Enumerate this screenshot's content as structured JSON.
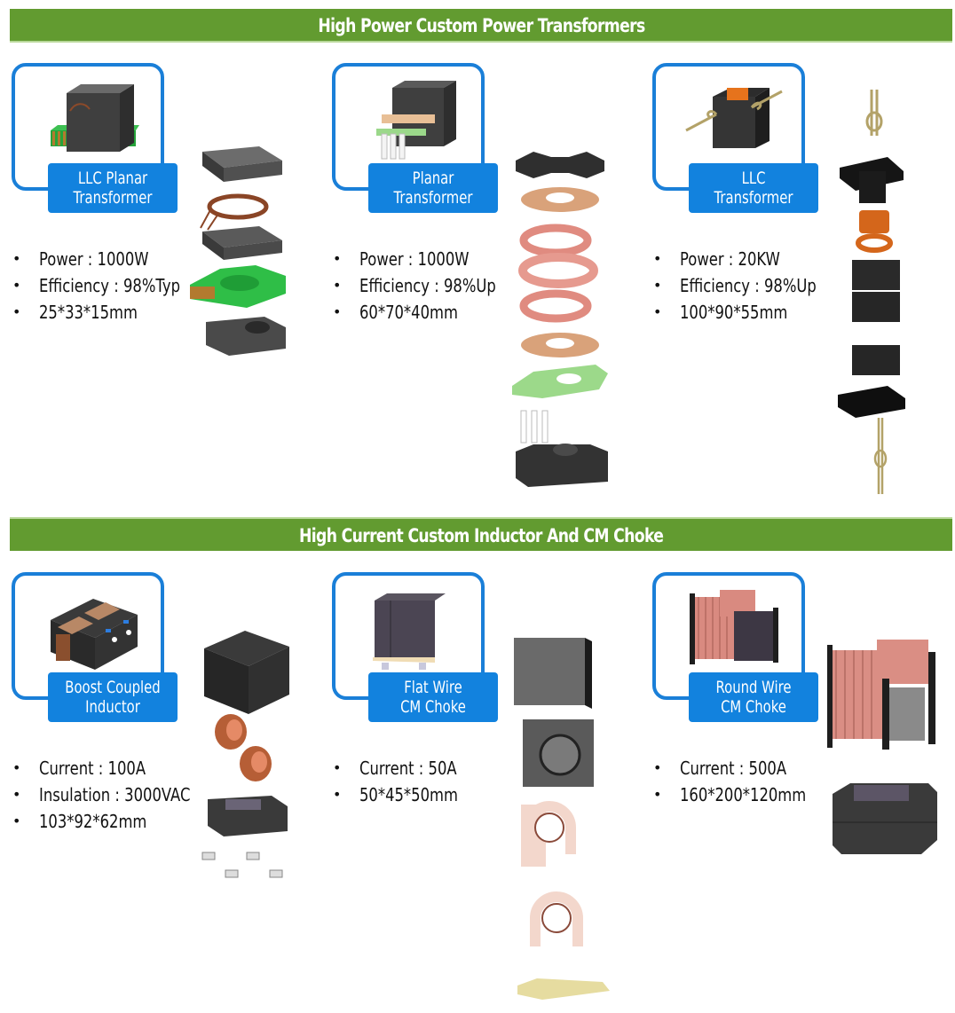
{
  "sections": [
    {
      "title": "High Power Custom Power Transformers",
      "products": [
        {
          "name_lines": [
            "LLC Planar",
            "Transformer"
          ],
          "specs": [
            "Power : 1000W",
            "Efficiency : 98%Typ",
            "25*33*15mm"
          ],
          "thumbnail_icon": "planar-transformer-image",
          "exploded_icon": "llc-planar-exploded-view"
        },
        {
          "name_lines": [
            "Planar",
            "Transformer"
          ],
          "specs": [
            "Power : 1000W",
            "Efficiency : 98%Up",
            "60*70*40mm"
          ],
          "thumbnail_icon": "planar-transformer-image",
          "exploded_icon": "planar-exploded-view"
        },
        {
          "name_lines": [
            "LLC",
            "Transformer"
          ],
          "specs": [
            "Power : 20KW",
            "Efficiency : 98%Up",
            "100*90*55mm"
          ],
          "thumbnail_icon": "llc-transformer-image",
          "exploded_icon": "llc-exploded-view"
        }
      ]
    },
    {
      "title": "High Current Custom Inductor And CM Choke",
      "products": [
        {
          "name_lines": [
            "Boost Coupled",
            "Inductor"
          ],
          "specs": [
            "Current : 100A",
            "Insulation : 3000VAC",
            "103*92*62mm"
          ],
          "thumbnail_icon": "coupled-inductor-image",
          "exploded_icon": "coupled-inductor-exploded-view"
        },
        {
          "name_lines": [
            "Flat Wire",
            "CM Choke"
          ],
          "specs": [
            "Current : 50A",
            "50*45*50mm"
          ],
          "thumbnail_icon": "flat-wire-choke-image",
          "exploded_icon": "flat-wire-exploded-view"
        },
        {
          "name_lines": [
            "Round Wire",
            "CM Choke"
          ],
          "specs": [
            "Current : 500A",
            "160*200*120mm"
          ],
          "thumbnail_icon": "round-wire-choke-image",
          "exploded_icon": "round-wire-exploded-view"
        }
      ]
    }
  ],
  "colors": {
    "banner_green": "#629b30",
    "accent_blue": "#1282de",
    "frame_blue": "#1a7fd8"
  },
  "bullet_glyph": "•"
}
